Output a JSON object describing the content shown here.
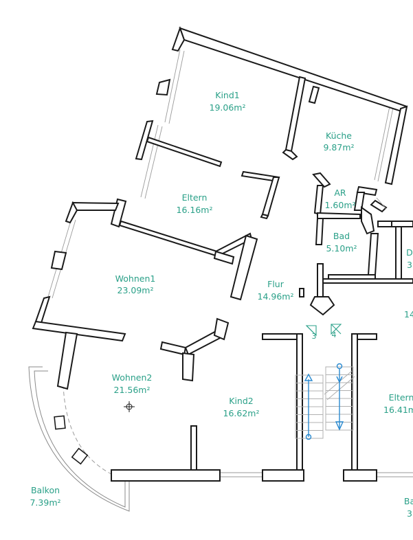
{
  "rooms": [
    {
      "name": "Kind1",
      "area": "19.06m²"
    },
    {
      "name": "Küche",
      "area": "9.87m²"
    },
    {
      "name": "Eltern",
      "area": "16.16m²"
    },
    {
      "name": "AR",
      "area": "1.60m²"
    },
    {
      "name": "Bad",
      "area": "5.10m²"
    },
    {
      "name": "D",
      "area": "3"
    },
    {
      "name": "Wohnen1",
      "area": "23.09m²"
    },
    {
      "name": "Flur",
      "area": "14.96m²"
    },
    {
      "name": "14",
      "area": ""
    },
    {
      "name": "Wohnen2",
      "area": "21.56m²"
    },
    {
      "name": "Kind2",
      "area": "16.62m²"
    },
    {
      "name": "Eltern",
      "area": "16.41m"
    },
    {
      "name": "Balkon",
      "area": "7.39m²"
    },
    {
      "name": "Ba",
      "area": "3"
    }
  ],
  "markers": [
    {
      "label": "3"
    },
    {
      "label": "4"
    }
  ],
  "colors": {
    "label": "#2aa088",
    "walls": "#1a1a1a",
    "stair_arrows": "#2a8ad0"
  }
}
